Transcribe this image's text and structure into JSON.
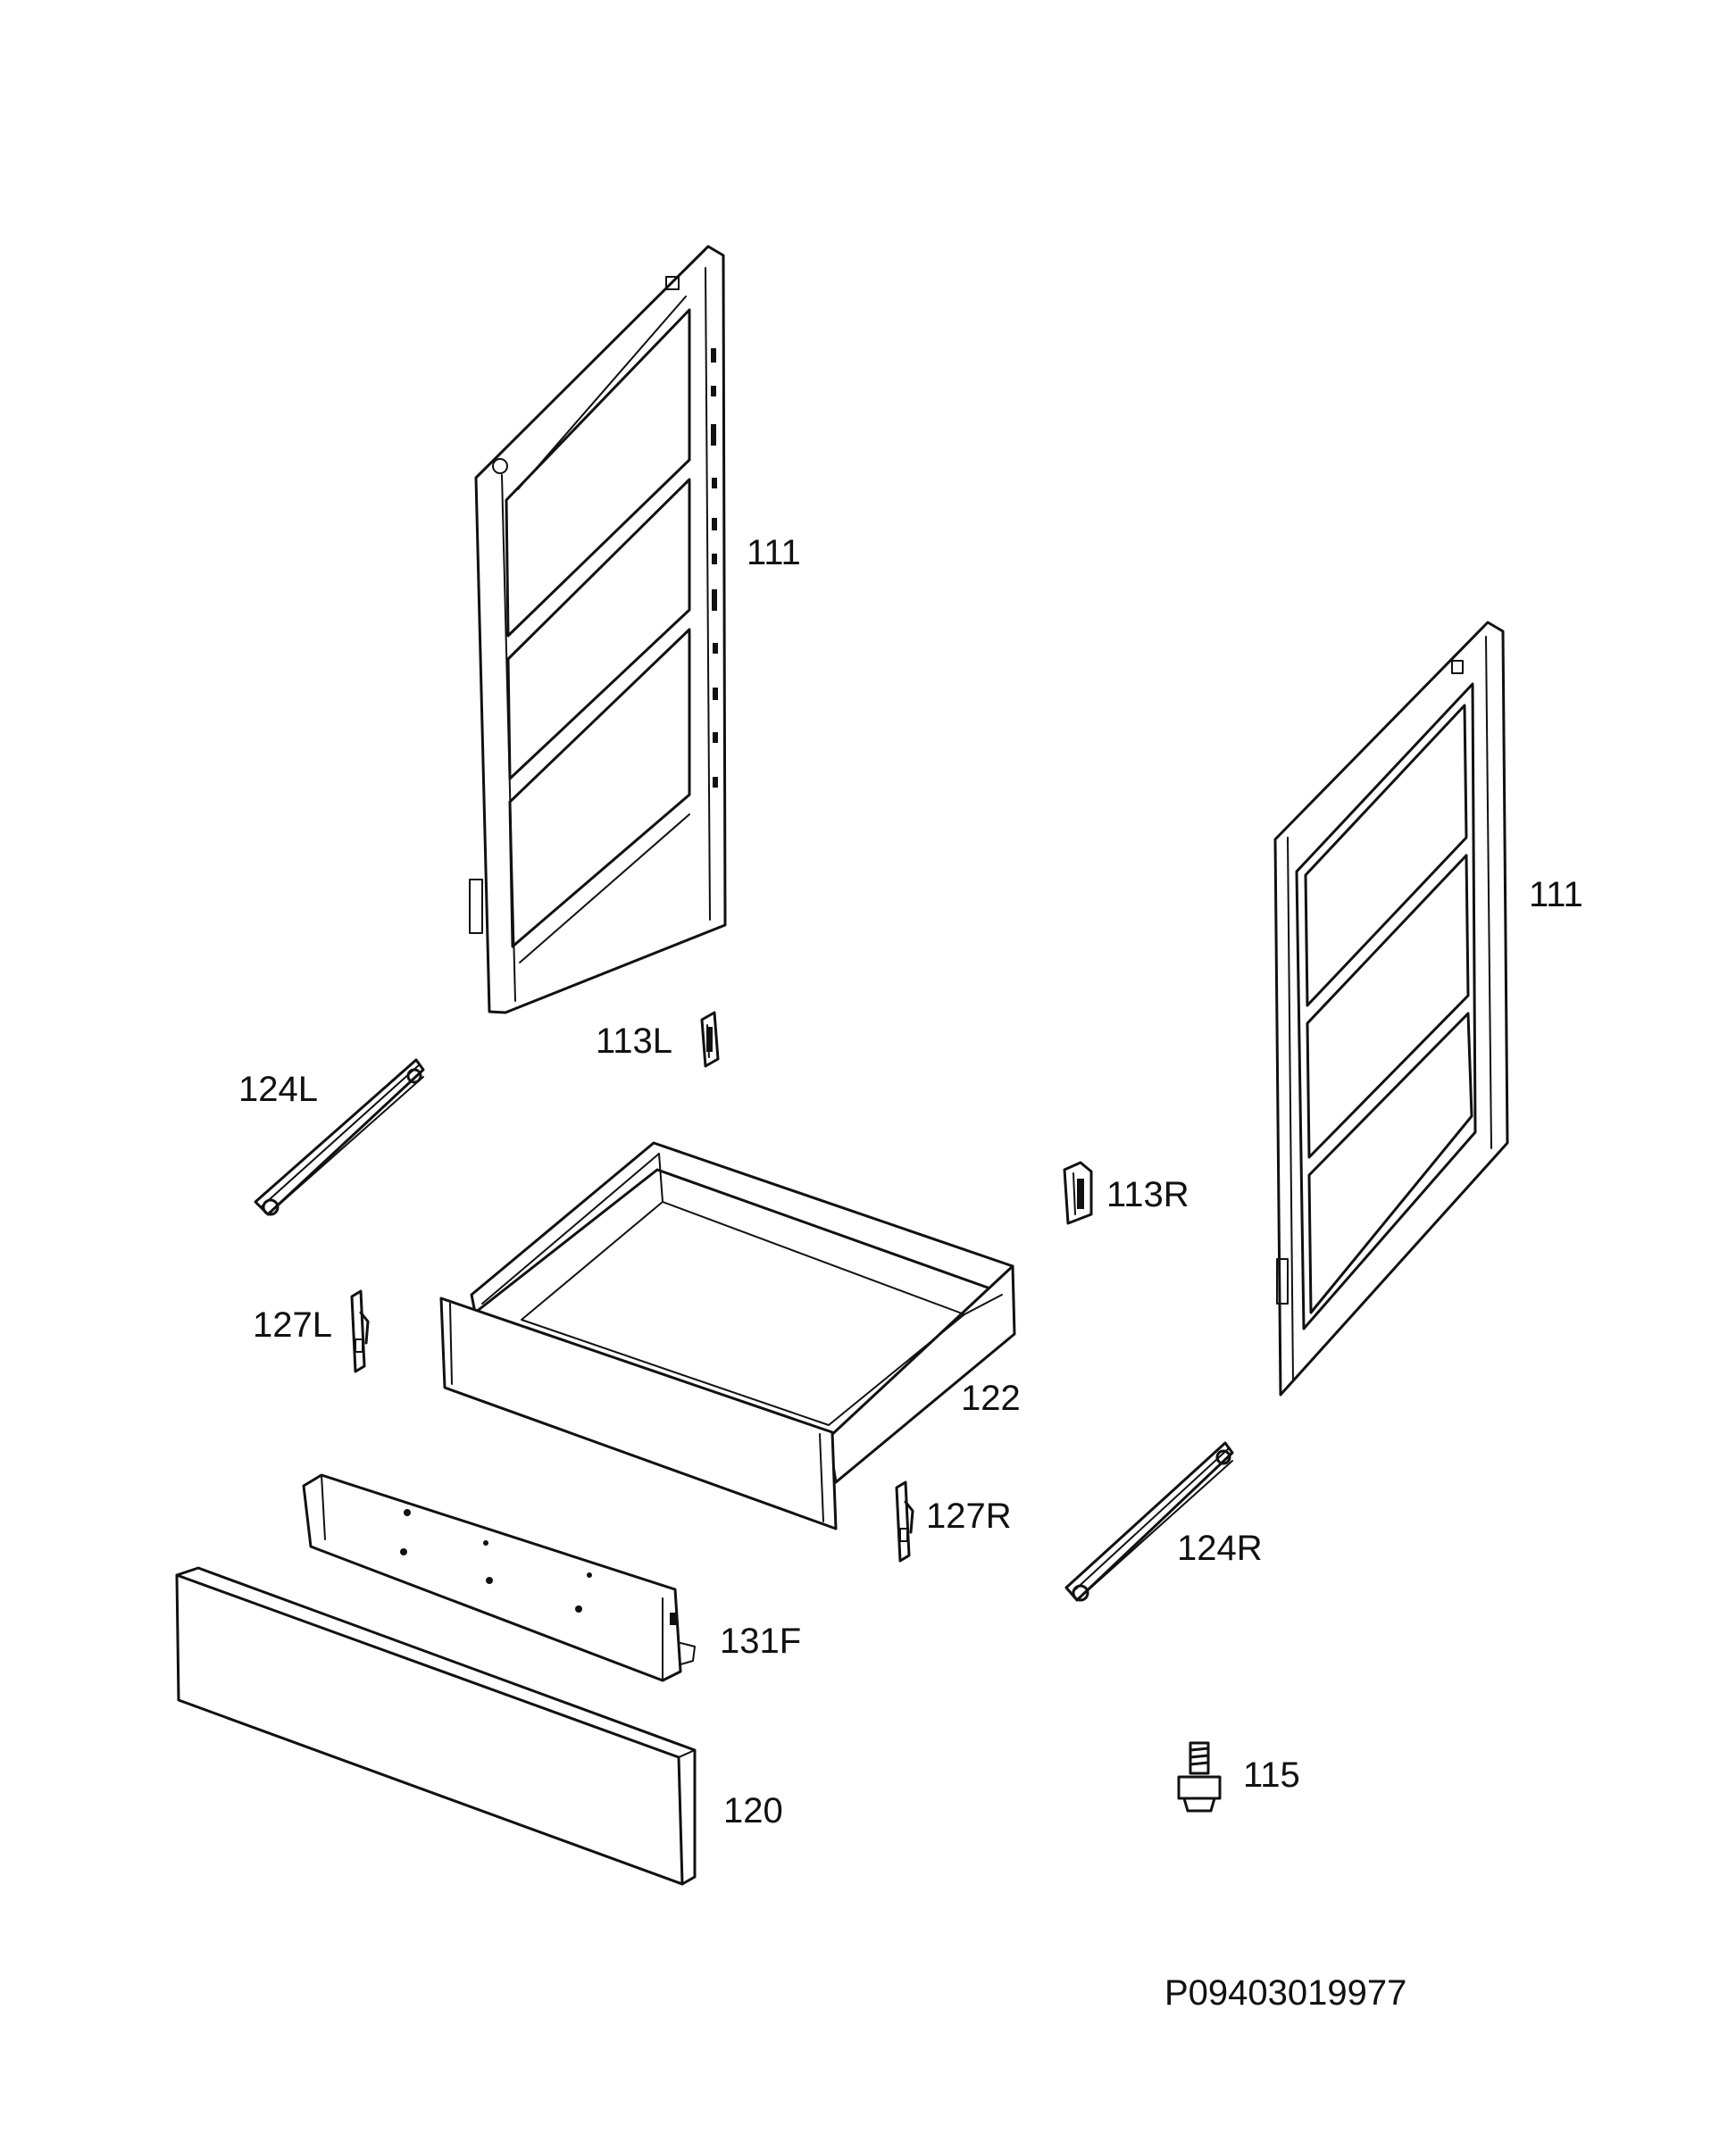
{
  "parts": [
    {
      "id": "side-panel-upper",
      "label": "111"
    },
    {
      "id": "side-panel-right",
      "label": "111"
    },
    {
      "id": "bracket-left-upper",
      "label": "113L"
    },
    {
      "id": "bracket-right-upper",
      "label": "113R"
    },
    {
      "id": "rail-left",
      "label": "124L"
    },
    {
      "id": "rail-right",
      "label": "124R"
    },
    {
      "id": "clip-left",
      "label": "127L"
    },
    {
      "id": "clip-right",
      "label": "127R"
    },
    {
      "id": "drawer",
      "label": "122"
    },
    {
      "id": "inner-front-bracket",
      "label": "131F"
    },
    {
      "id": "front-panel",
      "label": "120"
    },
    {
      "id": "foot",
      "label": "115"
    }
  ],
  "diagram_code": "P09403019977",
  "colors": {
    "line": "#111111",
    "background": "#ffffff"
  }
}
